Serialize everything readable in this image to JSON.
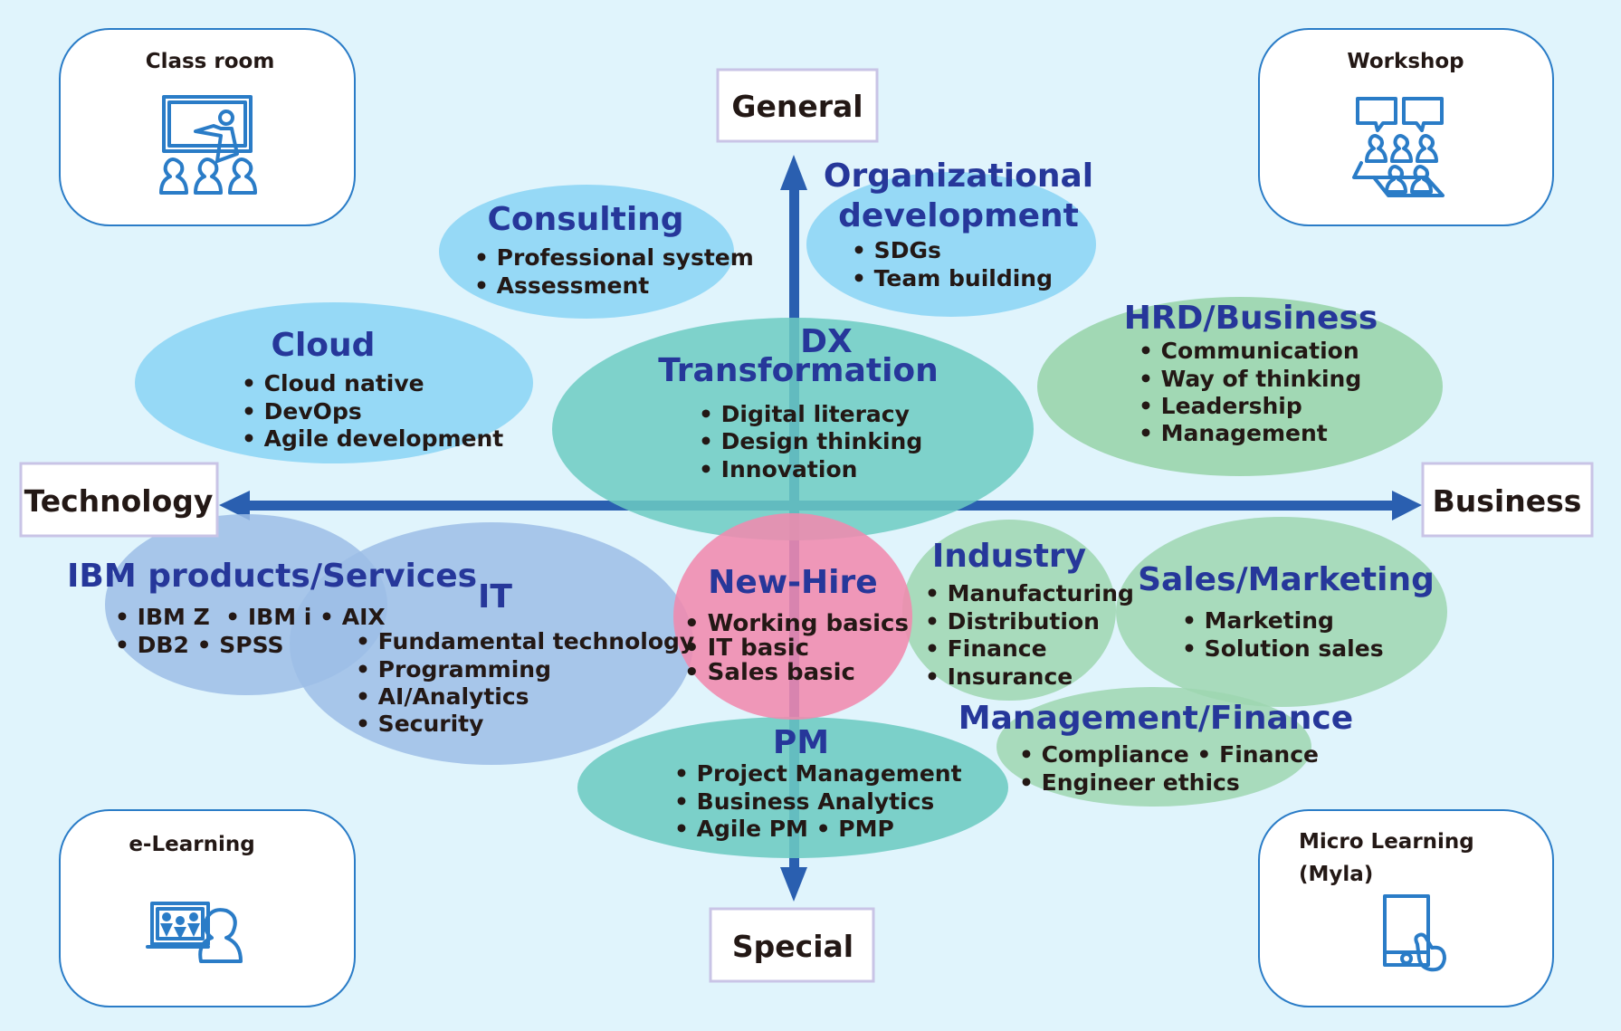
{
  "colors": {
    "background": "#e0f4fc",
    "axis_arrow": "#2a5fb0",
    "title_text": "#26379a",
    "item_text": "#231815",
    "icon_stroke": "#2a7cc7",
    "light_blue": "#8fd6f5",
    "teal": "#6ccbc2",
    "green": "#9dd6b0",
    "periwinkle": "#9cbde6",
    "pink": "#f08aae"
  },
  "axes": {
    "top": "General",
    "bottom": "Special",
    "left": "Technology",
    "right": "Business"
  },
  "delivery_modes": [
    {
      "label": "Class room",
      "icon": "classroom-icon"
    },
    {
      "label": "Workshop",
      "icon": "workshop-icon"
    },
    {
      "label": "e-Learning",
      "icon": "e-learning-icon"
    },
    {
      "label": "Micro Learning",
      "label2": "(Myla)",
      "icon": "smartphone-tap-icon"
    }
  ],
  "categories": {
    "consulting": {
      "title": "Consulting",
      "items": [
        "• Professional system",
        "• Assessment"
      ]
    },
    "org_dev": {
      "title": "Organizational",
      "title2": "development",
      "items": [
        "• SDGs",
        "• Team building"
      ]
    },
    "cloud": {
      "title": "Cloud",
      "items": [
        "• Cloud native",
        "• DevOps",
        "• Agile development"
      ]
    },
    "dx": {
      "title": "DX",
      "title2": "Transformation",
      "items": [
        "• Digital literacy",
        "• Design thinking",
        "• Innovation"
      ]
    },
    "hrd": {
      "title": "HRD/Business",
      "items": [
        "• Communication",
        "• Way of thinking",
        "• Leadership",
        "• Management"
      ]
    },
    "ibm": {
      "title": "IBM products/Services",
      "items": [
        "• IBM Z  • IBM i • AIX",
        "• DB2 • SPSS"
      ]
    },
    "it": {
      "title": "IT",
      "items": [
        "• Fundamental technology",
        "• Programming",
        "• AI/Analytics",
        "• Security"
      ]
    },
    "newhire": {
      "title": "New-Hire",
      "items": [
        "• Working basics",
        "• IT basic",
        "• Sales basic"
      ]
    },
    "industry": {
      "title": "Industry",
      "items": [
        "• Manufacturing",
        "• Distribution",
        "• Finance",
        "• Insurance"
      ]
    },
    "sales": {
      "title": "Sales/Marketing",
      "items": [
        "• Marketing",
        "• Solution sales"
      ]
    },
    "mgmt": {
      "title": "Management/Finance",
      "items": [
        "• Compliance • Finance",
        "• Engineer ethics"
      ]
    },
    "pm": {
      "title": "PM",
      "items": [
        "• Project Management",
        "• Business Analytics",
        "• Agile PM • PMP"
      ]
    }
  }
}
